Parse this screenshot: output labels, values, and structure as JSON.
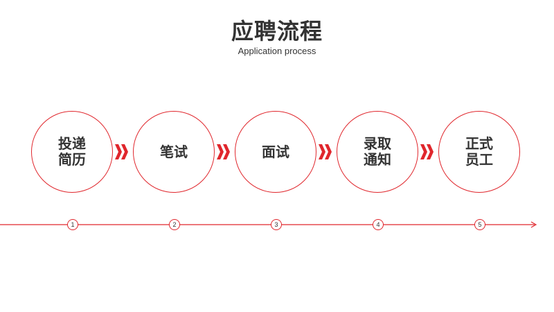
{
  "title": "应聘流程",
  "subtitle": "Application process",
  "steps": [
    {
      "label": "投递简历",
      "number": "1"
    },
    {
      "label": "笔试",
      "number": "2"
    },
    {
      "label": "面试",
      "number": "3"
    },
    {
      "label": "录取通知",
      "number": "4"
    },
    {
      "label": "正式员工",
      "number": "5"
    }
  ],
  "colors": {
    "accent": "#e0262c",
    "text": "#333333",
    "background": "#ffffff"
  },
  "icons": {
    "separator": "double-chevron-right-icon",
    "timeline_end": "arrow-right-icon"
  }
}
